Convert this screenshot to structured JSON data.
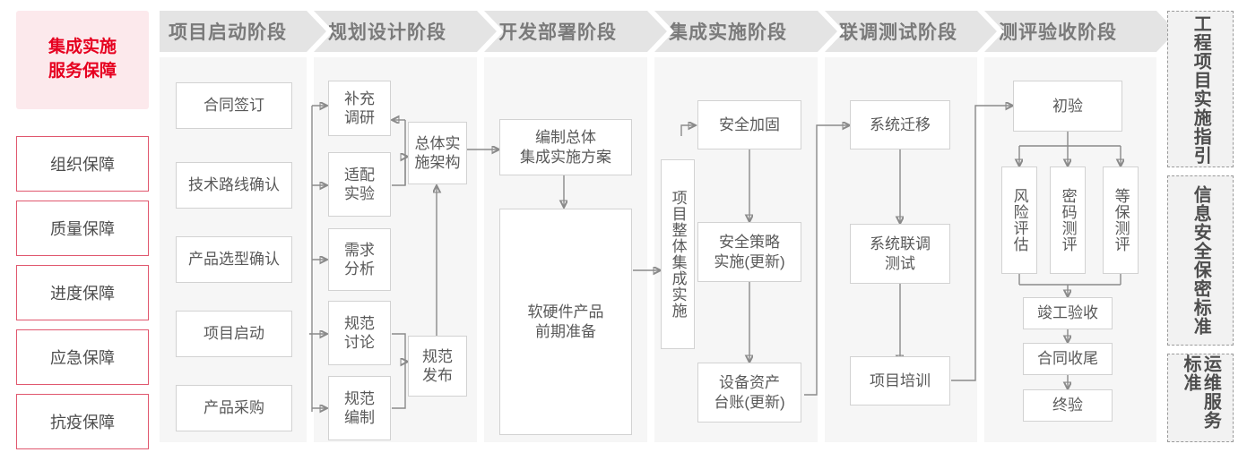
{
  "left_panel": {
    "title": "集成实施\n服务保障",
    "title_color": "#e60020",
    "title_bg": "#fce9ec",
    "items": [
      {
        "label": "组织保障"
      },
      {
        "label": "质量保障"
      },
      {
        "label": "进度保障"
      },
      {
        "label": "应急保障"
      },
      {
        "label": "抗疫保障"
      }
    ]
  },
  "phases": [
    {
      "header": "项目启动阶段",
      "nodes": [
        {
          "label": "合同签订"
        },
        {
          "label": "技术路线确认"
        },
        {
          "label": "产品选型确认"
        },
        {
          "label": "项目启动"
        },
        {
          "label": "产品采购"
        }
      ]
    },
    {
      "header": "规划设计阶段",
      "nodes": [
        {
          "label": "补充\n调研"
        },
        {
          "label": "适配\n实验"
        },
        {
          "label": "需求\n分析"
        },
        {
          "label": "规范\n讨论"
        },
        {
          "label": "规范\n编制"
        },
        {
          "label": "总体实\n施架构"
        },
        {
          "label": "规范\n发布"
        }
      ]
    },
    {
      "header": "开发部署阶段",
      "nodes": [
        {
          "label": "编制总体\n集成实施方案"
        },
        {
          "label": "软硬件产品\n前期准备"
        }
      ]
    },
    {
      "header": "集成实施阶段",
      "nodes": [
        {
          "label": "项目整体集成实施",
          "vertical": true
        },
        {
          "label": "安全加固"
        },
        {
          "label": "安全策略\n实施(更新)"
        },
        {
          "label": "设备资产\n台账(更新)"
        }
      ]
    },
    {
      "header": "联调测试阶段",
      "nodes": [
        {
          "label": "系统迁移"
        },
        {
          "label": "系统联调\n测试"
        },
        {
          "label": "项目培训"
        }
      ]
    },
    {
      "header": "测评验收阶段",
      "nodes": [
        {
          "label": "初验"
        },
        {
          "label": "风险评估",
          "vertical": true
        },
        {
          "label": "密码测评",
          "vertical": true
        },
        {
          "label": "等保测评",
          "vertical": true
        },
        {
          "label": "竣工验收"
        },
        {
          "label": "合同收尾"
        },
        {
          "label": "终验"
        }
      ]
    }
  ],
  "sidebar": {
    "items": [
      {
        "label": "工程项目实施指引"
      },
      {
        "label": "信息安全保密标准"
      },
      {
        "label": "运维服务标准"
      }
    ]
  },
  "colors": {
    "panel_bg": "#f6f6f6",
    "header_bg": "#e4e4e4",
    "header_text": "#7a7a7a",
    "box_border": "#d2d2d2",
    "box_text": "#595959",
    "accent_red": "#e0576e",
    "connector": "#8a8a8a"
  }
}
